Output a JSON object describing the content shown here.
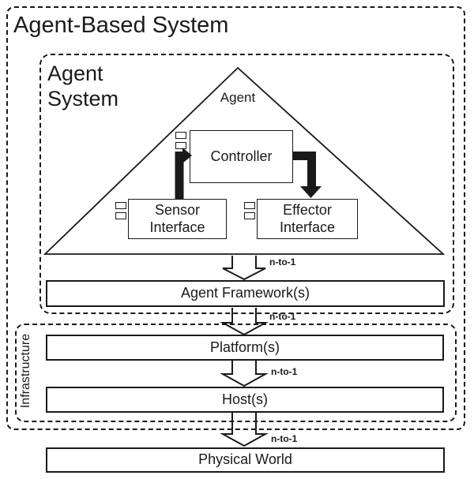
{
  "colors": {
    "ink": "#1a1a1a",
    "background": "#ffffff"
  },
  "outer": {
    "title": "Agent-Based System"
  },
  "agent_system": {
    "title": "Agent System",
    "triangle_label": "Agent",
    "controller": "Controller",
    "sensor_interface": "Sensor Interface",
    "effector_interface": "Effector Interface",
    "framework": "Agent Framework(s)"
  },
  "infrastructure": {
    "title": "Infrastructure",
    "platform": "Platform(s)",
    "host": "Host(s)"
  },
  "physical_world": "Physical World",
  "connectors": [
    {
      "label": "n-to-1"
    },
    {
      "label": "n-to-1"
    },
    {
      "label": "n-to-1"
    },
    {
      "label": "n-to-1"
    }
  ]
}
